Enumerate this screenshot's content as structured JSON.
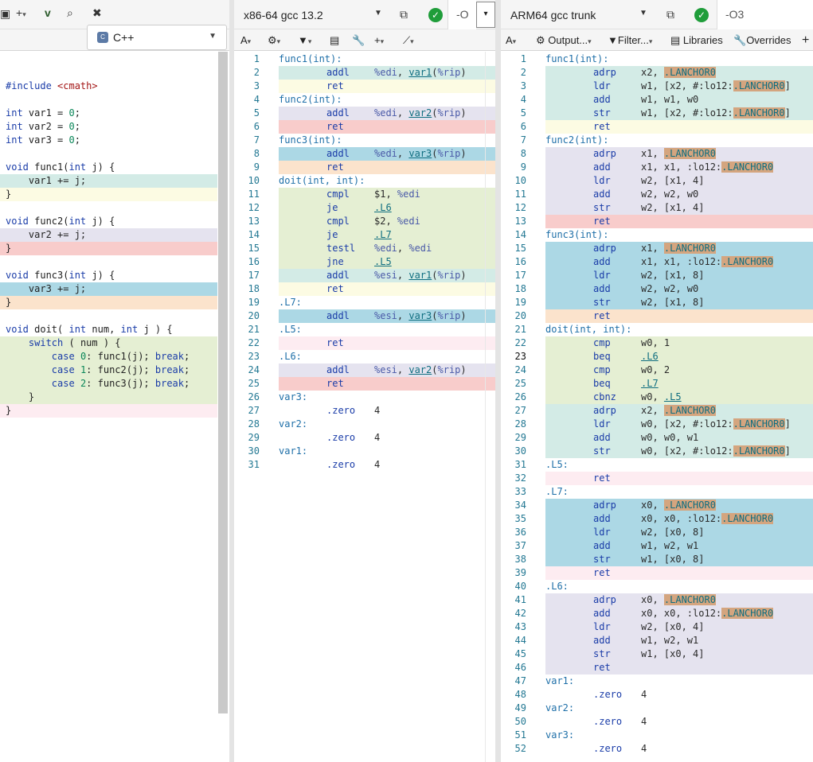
{
  "source_pane": {
    "toolbar_icons": [
      "save-icon",
      "add-icon",
      "vim-icon",
      "search-zoom-icon",
      "pin-icon"
    ],
    "language": "C++",
    "lines": [
      "",
      "",
      "#include <cmath>",
      "",
      "int var1 = 0;",
      "int var2 = 0;",
      "int var3 = 0;",
      "",
      "void func1(int j) {",
      "    var1 += j;",
      "}",
      "",
      "void func2(int j) {",
      "    var2 += j;",
      "}",
      "",
      "void func3(int j) {",
      "    var3 += j;",
      "}",
      "",
      "void doit( int num, int j ) {",
      "    switch ( num ) {",
      "        case 0: func1(j); break;",
      "        case 1: func2(j); break;",
      "        case 2: func3(j); break;",
      "    }",
      "}"
    ]
  },
  "x86_pane": {
    "compiler": "x86-64 gcc 13.2",
    "options": "-O",
    "lines": [
      {
        "n": "1",
        "label": "func1(int):"
      },
      {
        "n": "2",
        "op": "addl",
        "args": "%edi, var1(%rip)"
      },
      {
        "n": "3",
        "op": "ret"
      },
      {
        "n": "4",
        "label": "func2(int):"
      },
      {
        "n": "5",
        "op": "addl",
        "args": "%edi, var2(%rip)"
      },
      {
        "n": "6",
        "op": "ret"
      },
      {
        "n": "7",
        "label": "func3(int):"
      },
      {
        "n": "8",
        "op": "addl",
        "args": "%edi, var3(%rip)"
      },
      {
        "n": "9",
        "op": "ret"
      },
      {
        "n": "10",
        "label": "doit(int, int):"
      },
      {
        "n": "11",
        "op": "cmpl",
        "args": "$1, %edi"
      },
      {
        "n": "12",
        "op": "je",
        "args": ".L6"
      },
      {
        "n": "13",
        "op": "cmpl",
        "args": "$2, %edi"
      },
      {
        "n": "14",
        "op": "je",
        "args": ".L7"
      },
      {
        "n": "15",
        "op": "testl",
        "args": "%edi, %edi"
      },
      {
        "n": "16",
        "op": "jne",
        "args": ".L5"
      },
      {
        "n": "17",
        "op": "addl",
        "args": "%esi, var1(%rip)"
      },
      {
        "n": "18",
        "op": "ret"
      },
      {
        "n": "19",
        "label": ".L7:"
      },
      {
        "n": "20",
        "op": "addl",
        "args": "%esi, var3(%rip)"
      },
      {
        "n": "21",
        "label": ".L5:"
      },
      {
        "n": "22",
        "op": "ret"
      },
      {
        "n": "23",
        "label": ".L6:"
      },
      {
        "n": "24",
        "op": "addl",
        "args": "%esi, var2(%rip)"
      },
      {
        "n": "25",
        "op": "ret"
      },
      {
        "n": "26",
        "label": "var3:"
      },
      {
        "n": "27",
        "op": ".zero",
        "args": "4"
      },
      {
        "n": "28",
        "label": "var2:"
      },
      {
        "n": "29",
        "op": ".zero",
        "args": "4"
      },
      {
        "n": "30",
        "label": "var1:"
      },
      {
        "n": "31",
        "op": ".zero",
        "args": "4"
      }
    ]
  },
  "arm_pane": {
    "compiler": "ARM64 gcc trunk",
    "options": "-O3",
    "toolbar": {
      "output": "Output...",
      "filter": "Filter...",
      "libraries": "Libraries",
      "overrides": "Overrides"
    },
    "lines": [
      {
        "n": "1",
        "label": "func1(int):"
      },
      {
        "n": "2",
        "op": "adrp",
        "args": "x2, .LANCHOR0"
      },
      {
        "n": "3",
        "op": "ldr",
        "args": "w1, [x2, #:lo12:.LANCHOR0]"
      },
      {
        "n": "4",
        "op": "add",
        "args": "w1, w1, w0"
      },
      {
        "n": "5",
        "op": "str",
        "args": "w1, [x2, #:lo12:.LANCHOR0]"
      },
      {
        "n": "6",
        "op": "ret"
      },
      {
        "n": "7",
        "label": "func2(int):"
      },
      {
        "n": "8",
        "op": "adrp",
        "args": "x1, .LANCHOR0"
      },
      {
        "n": "9",
        "op": "add",
        "args": "x1, x1, :lo12:.LANCHOR0"
      },
      {
        "n": "10",
        "op": "ldr",
        "args": "w2, [x1, 4]"
      },
      {
        "n": "11",
        "op": "add",
        "args": "w2, w2, w0"
      },
      {
        "n": "12",
        "op": "str",
        "args": "w2, [x1, 4]"
      },
      {
        "n": "13",
        "op": "ret"
      },
      {
        "n": "14",
        "label": "func3(int):"
      },
      {
        "n": "15",
        "op": "adrp",
        "args": "x1, .LANCHOR0"
      },
      {
        "n": "16",
        "op": "add",
        "args": "x1, x1, :lo12:.LANCHOR0"
      },
      {
        "n": "17",
        "op": "ldr",
        "args": "w2, [x1, 8]"
      },
      {
        "n": "18",
        "op": "add",
        "args": "w2, w2, w0"
      },
      {
        "n": "19",
        "op": "str",
        "args": "w2, [x1, 8]"
      },
      {
        "n": "20",
        "op": "ret"
      },
      {
        "n": "21",
        "label": "doit(int, int):"
      },
      {
        "n": "22",
        "op": "cmp",
        "args": "w0, 1"
      },
      {
        "n": "23",
        "op": "beq",
        "args": ".L6"
      },
      {
        "n": "24",
        "op": "cmp",
        "args": "w0, 2"
      },
      {
        "n": "25",
        "op": "beq",
        "args": ".L7"
      },
      {
        "n": "26",
        "op": "cbnz",
        "args": "w0, .L5"
      },
      {
        "n": "27",
        "op": "adrp",
        "args": "x2, .LANCHOR0"
      },
      {
        "n": "28",
        "op": "ldr",
        "args": "w0, [x2, #:lo12:.LANCHOR0]"
      },
      {
        "n": "29",
        "op": "add",
        "args": "w0, w0, w1"
      },
      {
        "n": "30",
        "op": "str",
        "args": "w0, [x2, #:lo12:.LANCHOR0]"
      },
      {
        "n": "31",
        "label": ".L5:"
      },
      {
        "n": "32",
        "op": "ret"
      },
      {
        "n": "33",
        "label": ".L7:"
      },
      {
        "n": "34",
        "op": "adrp",
        "args": "x0, .LANCHOR0"
      },
      {
        "n": "35",
        "op": "add",
        "args": "x0, x0, :lo12:.LANCHOR0"
      },
      {
        "n": "36",
        "op": "ldr",
        "args": "w2, [x0, 8]"
      },
      {
        "n": "37",
        "op": "add",
        "args": "w1, w2, w1"
      },
      {
        "n": "38",
        "op": "str",
        "args": "w1, [x0, 8]"
      },
      {
        "n": "39",
        "op": "ret"
      },
      {
        "n": "40",
        "label": ".L6:"
      },
      {
        "n": "41",
        "op": "adrp",
        "args": "x0, .LANCHOR0"
      },
      {
        "n": "42",
        "op": "add",
        "args": "x0, x0, :lo12:.LANCHOR0"
      },
      {
        "n": "43",
        "op": "ldr",
        "args": "w2, [x0, 4]"
      },
      {
        "n": "44",
        "op": "add",
        "args": "w1, w2, w1"
      },
      {
        "n": "45",
        "op": "str",
        "args": "w1, [x0, 4]"
      },
      {
        "n": "46",
        "op": "ret"
      },
      {
        "n": "47",
        "label": "var1:"
      },
      {
        "n": "48",
        "op": ".zero",
        "args": "4"
      },
      {
        "n": "49",
        "label": "var2:"
      },
      {
        "n": "50",
        "op": ".zero",
        "args": "4"
      },
      {
        "n": "51",
        "label": "var3:"
      },
      {
        "n": "52",
        "op": ".zero",
        "args": "4"
      }
    ]
  },
  "colors": {
    "teal": "#d3ebe6",
    "yellow": "#fcfbe3",
    "lavender": "#e5e3ef",
    "red": "#f8cccb",
    "blue": "#acd8e5",
    "peach": "#fbe3cc",
    "green": "#e5efd3",
    "pink": "#fdecf1"
  }
}
